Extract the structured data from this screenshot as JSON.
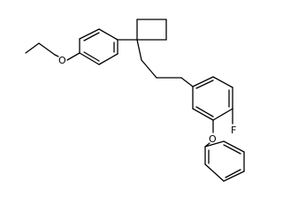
{
  "atoms": {
    "O_ether": "O",
    "F": "F",
    "O_phenoxy": "O"
  },
  "colors": {
    "background": "#ffffff",
    "ink": "#000000"
  }
}
